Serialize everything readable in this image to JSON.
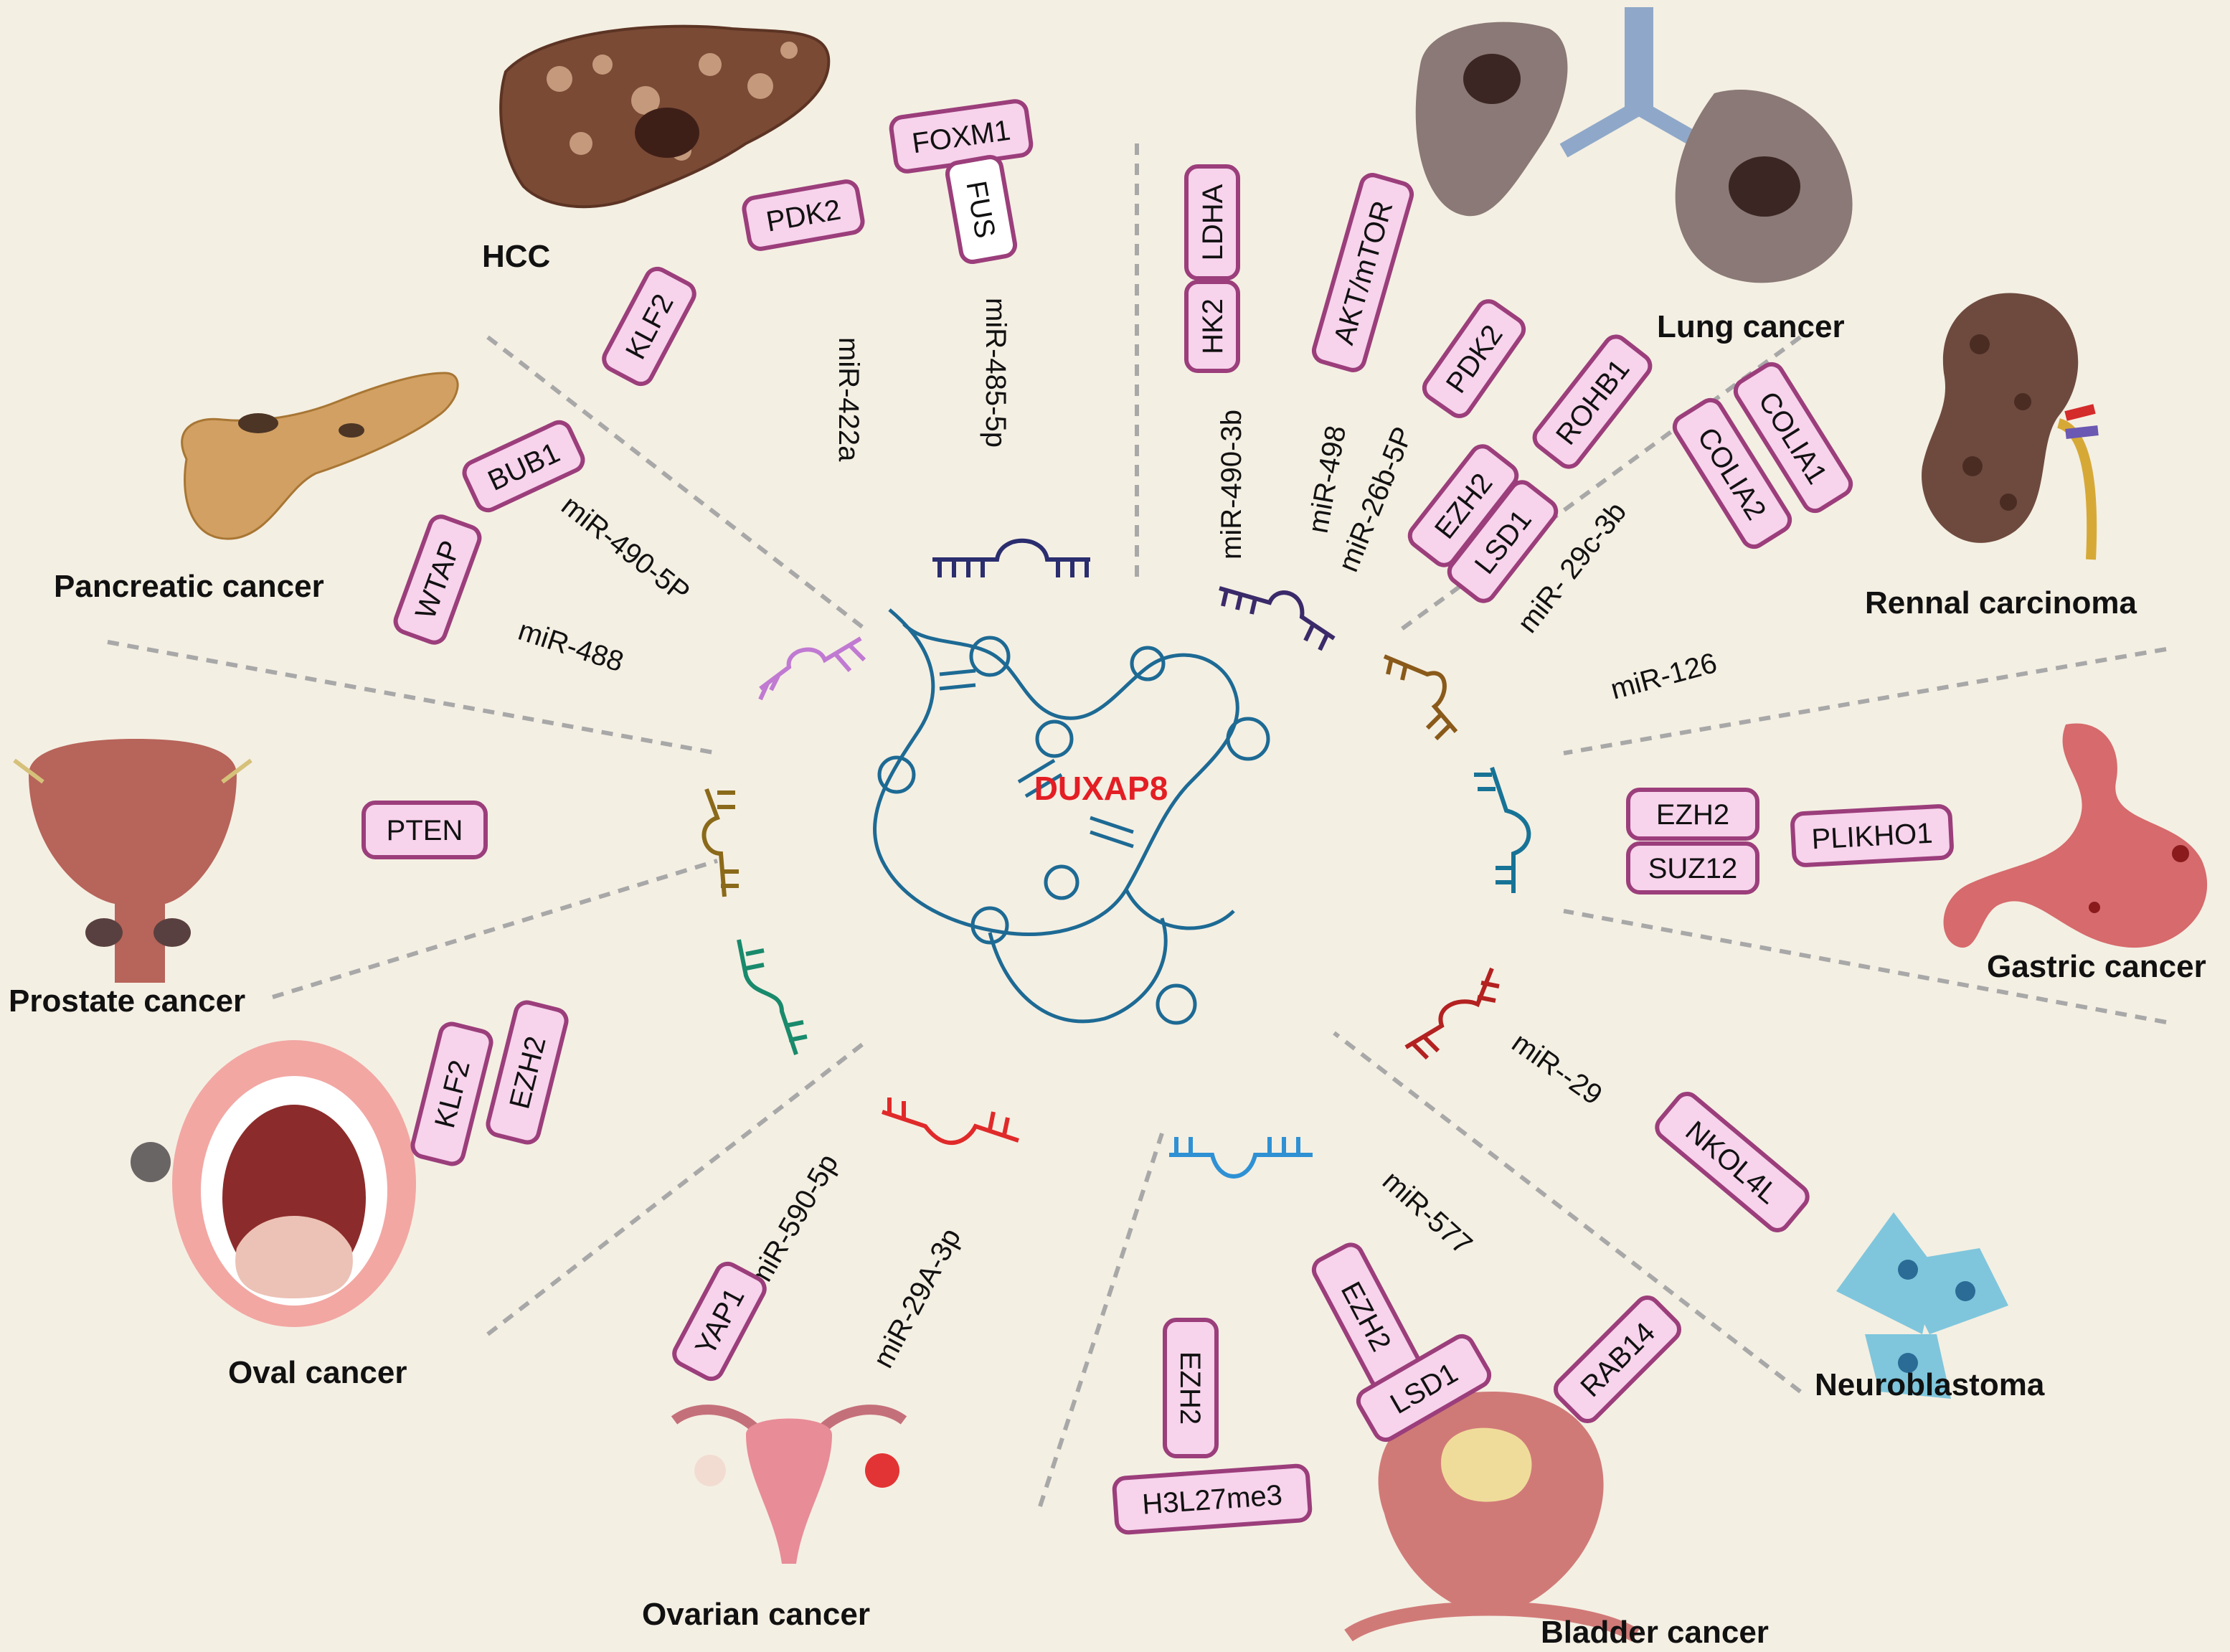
{
  "center": {
    "label": "DUXAP8"
  },
  "organs": {
    "hcc": "HCC",
    "lung": "Lung cancer",
    "renal": "Rennal carcinoma",
    "pancreatic": "Pancreatic cancer",
    "gastric": "Gastric cancer",
    "prostate": "Prostate cancer",
    "oral": "Oval cancer",
    "neuroblastoma": "Neuroblastoma",
    "ovarian": "Ovarian cancer",
    "bladder": "Bladder cancer"
  },
  "mirnas": {
    "m422a": "miR-422a",
    "m485": "miR-485-5p",
    "m490_3b": "miR-490-3b",
    "m498": "miR-498",
    "m26b": "miR-26b-5P",
    "m29c": "miR- 29c-3b",
    "m126": "miR-126",
    "m490_5p": "miR-490-5P",
    "m488": "miR-488",
    "m29": "miR--29",
    "m577": "miR-577",
    "m590": "miR-590-5p",
    "m29a": "miR-29A-3p"
  },
  "genes": {
    "foxm1": "FOXM1",
    "fus": "FUS",
    "pdk2_hcc": "PDK2",
    "klf2_hcc": "KLF2",
    "ldha": "LDHA",
    "hk2": "HK2",
    "aktmtor": "AKT/mTOR",
    "pdk2_lung": "PDK2",
    "rohb1": "ROHB1",
    "colia1": "COLIA1",
    "colia2": "COLIA2",
    "ezh2_lsd1": "EZH2",
    "lsd1_a": "LSD1",
    "bub1": "BUB1",
    "wtap": "WTAP",
    "pten": "PTEN",
    "ezh2_g": "EZH2",
    "suz12": "SUZ12",
    "plikho1": "PLIKHO1",
    "klf2_oral": "KLF2",
    "ezh2_oral": "EZH2",
    "nkol4l": "NKOL4L",
    "yap1": "YAP1",
    "ezh2_b1": "EZH2",
    "h3l27": "H3L27me3",
    "ezh2_b2": "EZH2",
    "lsd1_b": "LSD1",
    "rab14": "RAB14"
  },
  "colors": {
    "background": "#f4efe3",
    "gene_fill": "#f7d3ec",
    "gene_stroke": "#9b3e7b",
    "center_text": "#e31e24",
    "lncrna": "#1d6a94",
    "dash": "#a8a8a8"
  }
}
